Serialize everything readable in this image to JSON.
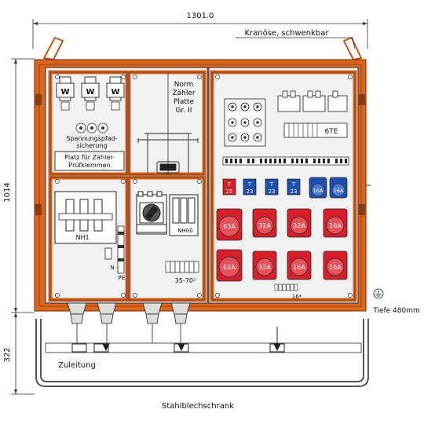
{
  "dimensions": {
    "width_label": "1301.0",
    "height_label": "1014",
    "base_height_label": "322"
  },
  "annotations": {
    "crane_lugs": "Kranöse, schwenkbar",
    "depth": "Tiefe 480mm",
    "feed": "Zuleitung",
    "cabinet": "Stahlblechschrank"
  },
  "left_compartment": {
    "fuse_letters": [
      "W",
      "W",
      "W"
    ],
    "voltage_fuse_label": [
      "Spannungspfad-",
      "sicherung"
    ],
    "terminal_space_label": [
      "Platz für Zähler-",
      "Prüfklemmen"
    ],
    "main_switch": "NH1",
    "n_label": "N",
    "pe_label": "PE"
  },
  "middle_compartment": {
    "meter_board": [
      "Norm",
      "Zähler",
      "Platte",
      "Gr. II"
    ],
    "nh_switch": "NH00",
    "terminal_label": "35-70²"
  },
  "right_compartment": {
    "row_label": "6TE",
    "breakers": [
      {
        "top": "T",
        "bottom": "25",
        "color": "#d81e2a"
      },
      {
        "top": "T",
        "bottom": "23",
        "color": "#1f4fae"
      },
      {
        "top": "T",
        "bottom": "23",
        "color": "#1f4fae"
      },
      {
        "top": "T",
        "bottom": "23",
        "color": "#1f4fae"
      }
    ],
    "small_sockets": [
      "16A",
      "16A"
    ],
    "sockets_row1": [
      "63A",
      "32A",
      "32A",
      "16A"
    ],
    "sockets_row2": [
      "63A",
      "32A",
      "16A",
      "16A"
    ],
    "bottom_label": "16*"
  },
  "colors": {
    "frame": "#d9651f",
    "frame_dark": "#8a3a10",
    "panel": "#f2f2f2",
    "socket_red": "#d81e2a",
    "socket_blue": "#1f4fae"
  }
}
